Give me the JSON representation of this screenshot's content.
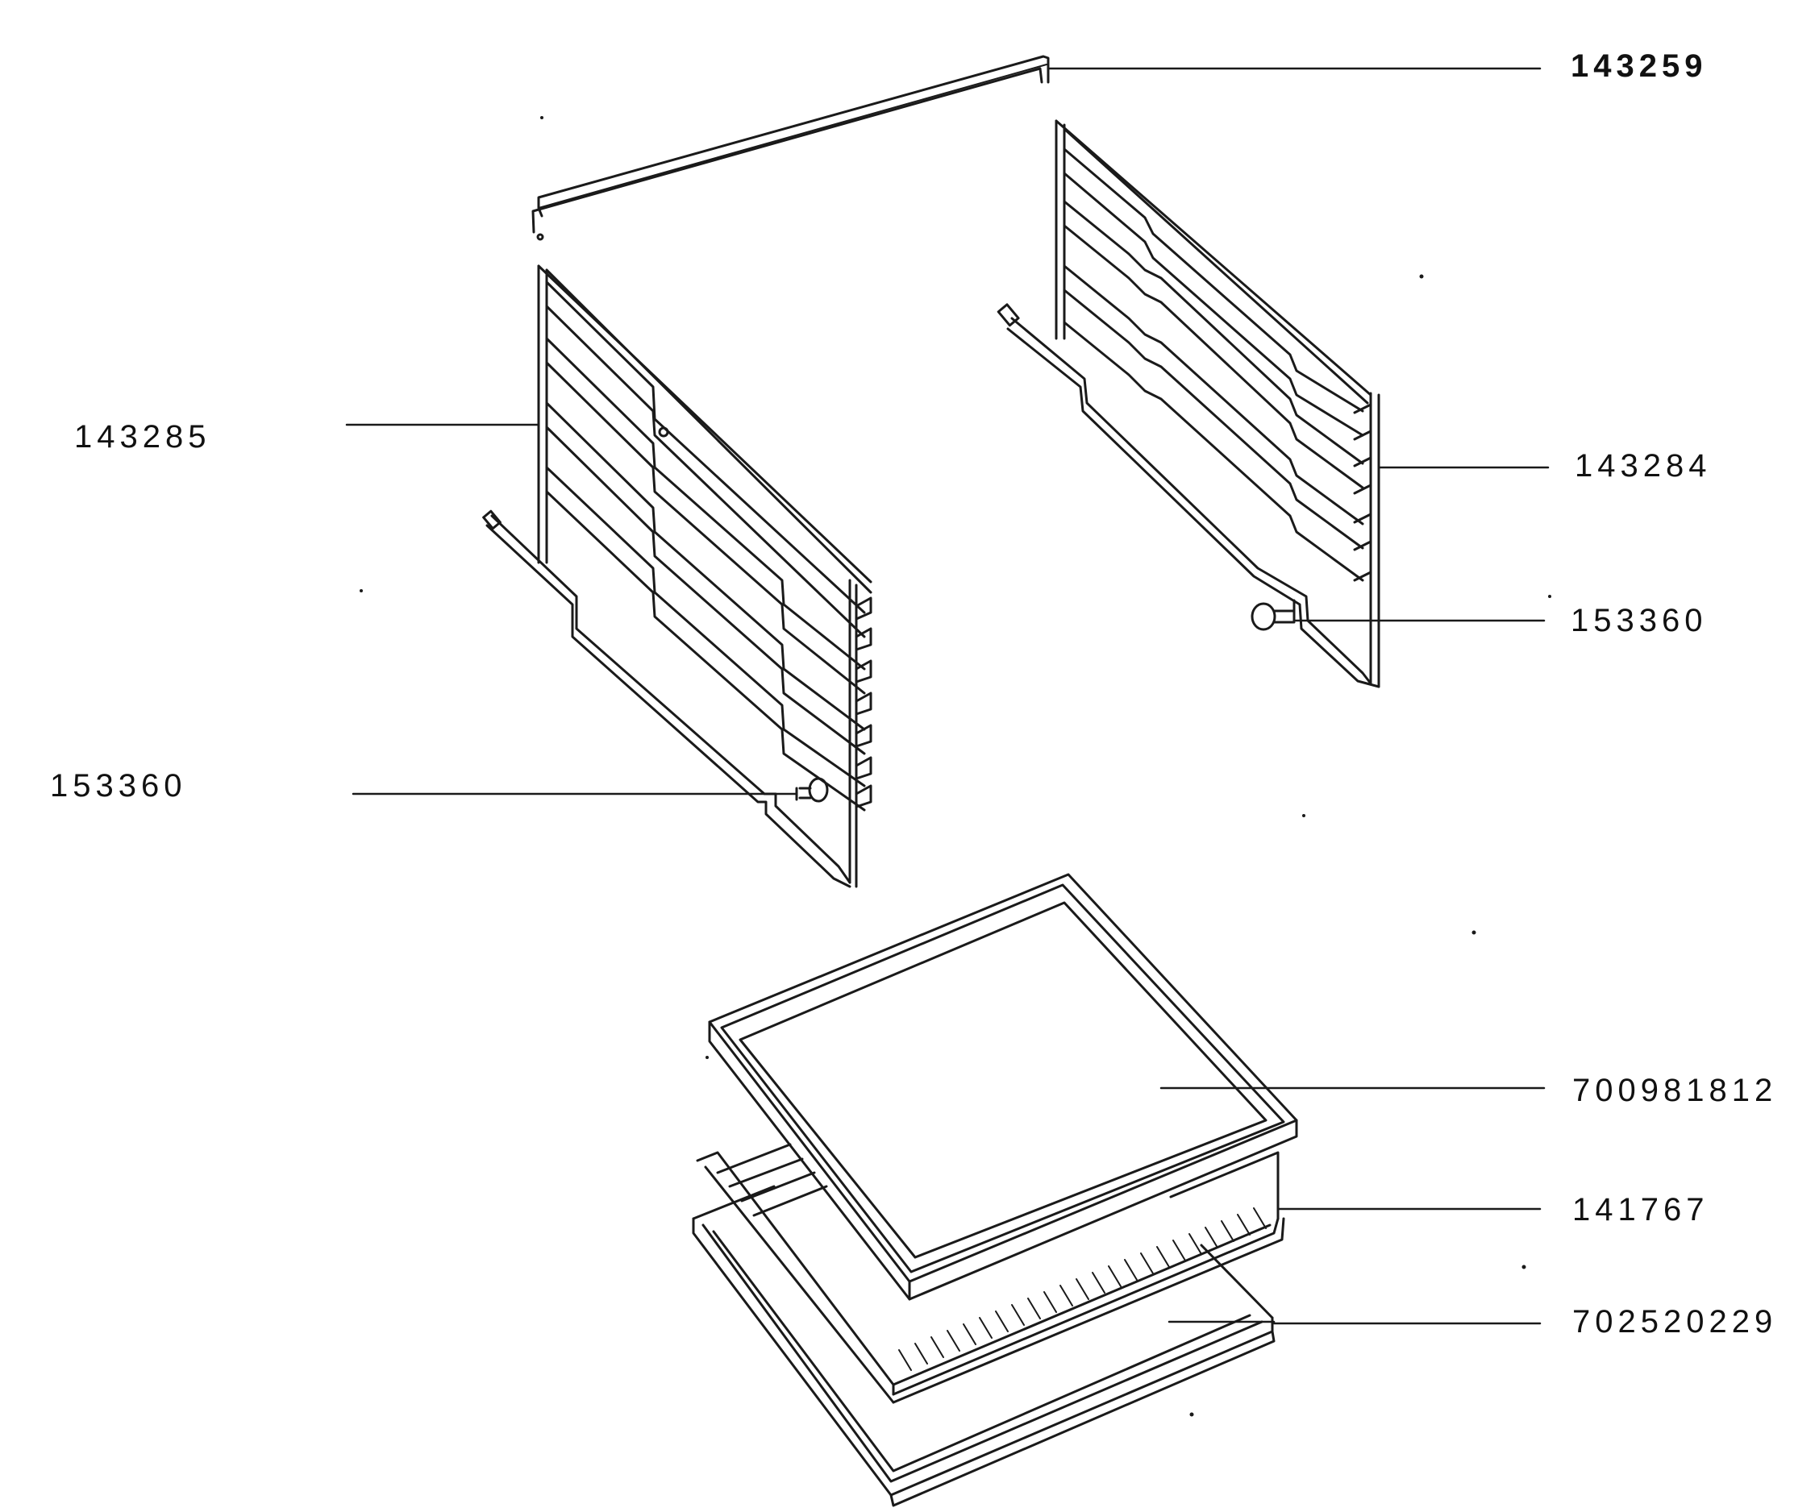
{
  "diagram": {
    "type": "exploded-parts-diagram",
    "colors": {
      "line": "#1a1a1a",
      "background": "#ffffff"
    },
    "parts": [
      {
        "id": "top-bar",
        "number": "143259"
      },
      {
        "id": "left-side-rack",
        "number": "143285"
      },
      {
        "id": "right-side-rack",
        "number": "143284"
      },
      {
        "id": "right-rack-screw",
        "number": "153360"
      },
      {
        "id": "left-rack-screw",
        "number": "153360"
      },
      {
        "id": "glass-shelf",
        "number": "700981812"
      },
      {
        "id": "wire-grid-shelf",
        "number": "141767"
      },
      {
        "id": "drip-tray",
        "number": "702520229"
      }
    ]
  }
}
